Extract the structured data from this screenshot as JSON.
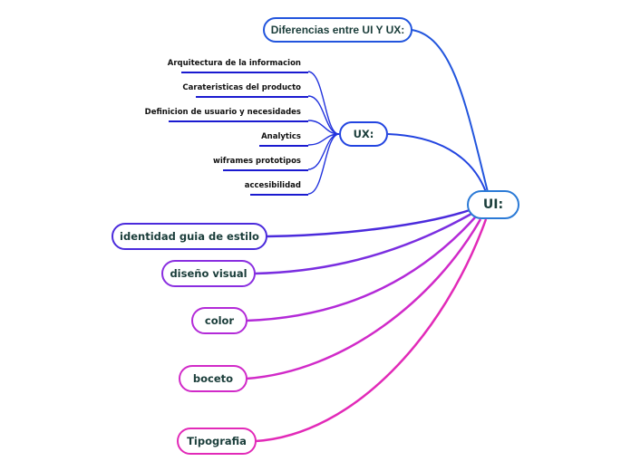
{
  "root": {
    "label": "UI:"
  },
  "title_node": {
    "label": "Diferencias entre UI Y UX:"
  },
  "ux": {
    "label": "UX:",
    "items": [
      {
        "label": "Arquitectura de la informacion"
      },
      {
        "label": "Carateristicas del producto"
      },
      {
        "label": "Definicion de usuario y necesidades"
      },
      {
        "label": "Analytics"
      },
      {
        "label": "wiframes prototipos"
      },
      {
        "label": "accesibilidad"
      }
    ]
  },
  "ui_branches": [
    {
      "label": "identidad guia de estilo"
    },
    {
      "label": "diseño visual"
    },
    {
      "label": "color"
    },
    {
      "label": "boceto"
    },
    {
      "label": "Tipografia"
    }
  ],
  "colors": {
    "root_border": "#2b7ad6",
    "branch_blue": "#2255dd",
    "branch_purple": "#5a2be0",
    "branch_magenta": "#e22ab8",
    "leaf_line": "#1a1ad0",
    "text": "#1a3d3a"
  }
}
